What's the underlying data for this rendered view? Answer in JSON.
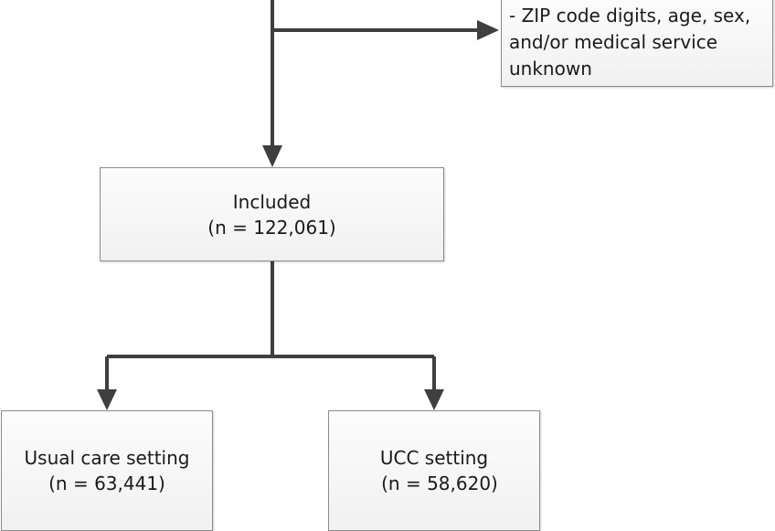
{
  "excluded_box": {
    "lines": [
      "- ZIP code digits, age, sex,",
      "and/or medical service",
      "unknown"
    ]
  },
  "included_box": {
    "label": "Included",
    "count": "(n = 122,061)"
  },
  "usual_care_box": {
    "label": "Usual care setting",
    "count": "(n = 63,441)"
  },
  "ucc_box": {
    "label": "UCC setting",
    "count": "(n = 58,620)"
  },
  "colors": {
    "connector": "#3f3f3f",
    "box_border": "#8c8c8c",
    "box_fill": "#f6f6f6"
  }
}
